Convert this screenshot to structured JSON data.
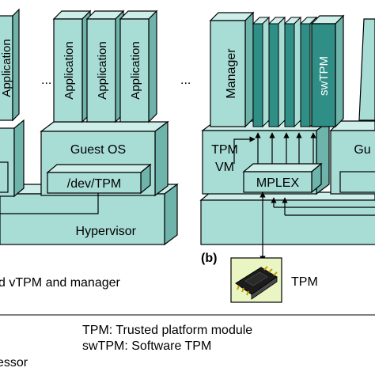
{
  "colors": {
    "box_front": "#a8ddd6",
    "box_top": "#cdeee9",
    "box_side": "#6fb4ab",
    "dark_module": "#2f8f86",
    "stroke": "#000000"
  },
  "left": {
    "application_label": "Application",
    "ellipsis": "...",
    "guest_os_label": "Guest OS",
    "dev_tpm_label": "/dev/TPM",
    "hypervisor_label": "Hypervisor",
    "caption": "d vTPM and manager"
  },
  "right": {
    "ellipsis": "...",
    "manager_label": "Manager",
    "swtpm_label": "swTPM",
    "tpm_vm_label_line1": "TPM",
    "tpm_vm_label_line2": "VM",
    "mplex_label": "MPLEX",
    "guest_partial_label": "Gu",
    "panel_label": "(b)",
    "tpm_chip_label": "TPM"
  },
  "legend": {
    "line1": "TPM: Trusted platform module",
    "line2": "swTPM: Software TPM",
    "line3": "essor"
  }
}
